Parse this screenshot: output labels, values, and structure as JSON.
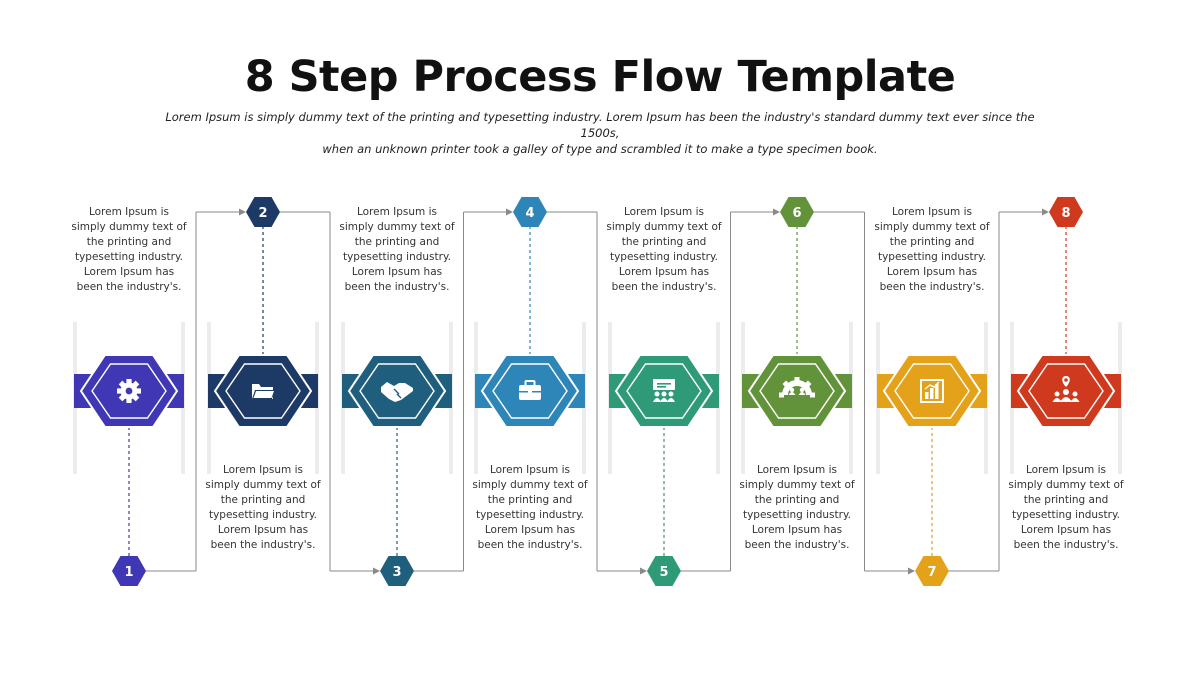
{
  "title": "8 Step Process Flow Template",
  "subtitle": {
    "line1": "Lorem Ipsum is simply dummy text of the printing and typesetting industry. Lorem Ipsum has been the industry's standard dummy text ever since the 1500s,",
    "line2": "when an unknown printer took a galley of type and scrambled it to make a type specimen book."
  },
  "steps": [
    {
      "number": "1",
      "color": "#3f37b4",
      "icon": "gear-icon",
      "text": "Lorem Ipsum is simply dummy text of the printing and typesetting industry. Lorem Ipsum has been the industry's."
    },
    {
      "number": "2",
      "color": "#1d3a66",
      "icon": "folder-icon",
      "text": "Lorem Ipsum is simply dummy text of the printing and typesetting industry. Lorem Ipsum has been the industry's."
    },
    {
      "number": "3",
      "color": "#1f5f7d",
      "icon": "handshake-icon",
      "text": "Lorem Ipsum is simply dummy text of the printing and typesetting industry. Lorem Ipsum has been the industry's."
    },
    {
      "number": "4",
      "color": "#2e86b8",
      "icon": "briefcase-icon",
      "text": "Lorem Ipsum is simply dummy text of the printing and typesetting industry. Lorem Ipsum has been the industry's."
    },
    {
      "number": "5",
      "color": "#2f9a78",
      "icon": "presentation-icon",
      "text": "Lorem Ipsum is simply dummy text of the printing and typesetting industry. Lorem Ipsum has been the industry's."
    },
    {
      "number": "6",
      "color": "#62933a",
      "icon": "team-gear-icon",
      "text": "Lorem Ipsum is simply dummy text of the printing and typesetting industry. Lorem Ipsum has been the industry's."
    },
    {
      "number": "7",
      "color": "#e3a21a",
      "icon": "bar-chart-icon",
      "text": "Lorem Ipsum is simply dummy text of the printing and typesetting industry. Lorem Ipsum has been the industry's."
    },
    {
      "number": "8",
      "color": "#cf3a1e",
      "icon": "location-people-icon",
      "text": "Lorem Ipsum is simply dummy text of the printing and typesetting industry. Lorem Ipsum has been the industry's."
    }
  ]
}
